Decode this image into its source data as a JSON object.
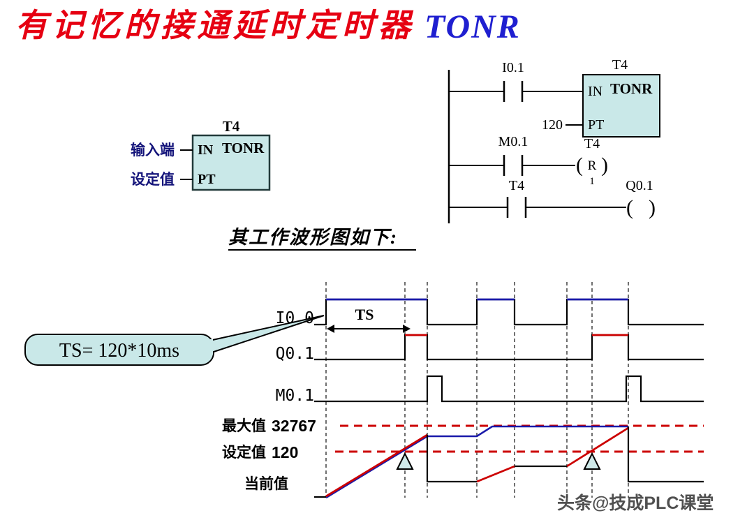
{
  "title": {
    "main": "有记忆的接通延时定时器",
    "accent": "TONR"
  },
  "left_block": {
    "timer_name": "T4",
    "in_label": "IN",
    "type_label": "TONR",
    "pt_label": "PT",
    "input_terminal": "输入端",
    "preset_terminal": "设定值"
  },
  "ladder": {
    "rung1_contact": "I0.1",
    "timer_name": "T4",
    "in_label": "IN",
    "type_label": "TONR",
    "pt_label": "PT",
    "pt_value": "120",
    "rung2_contact": "M0.1",
    "reset_operand": "T4",
    "reset_letter": "R",
    "reset_count": "1",
    "rung3_contact": "T4",
    "coil_name": "Q0.1",
    "paren_open": "(",
    "paren_close": ")"
  },
  "subtitle": "其工作波形图如下:",
  "waveform": {
    "signal_i": "I0.0",
    "signal_q": "Q0.1",
    "signal_m": "M0.1",
    "ts_label": "TS",
    "max_label": "最大值",
    "max_value": "32767",
    "preset_label": "设定值",
    "preset_value": "120",
    "current_label": "当前值"
  },
  "callout_text": "TS= 120*10ms",
  "watermark": "头条@技成PLC课堂",
  "colors": {
    "title_red": "#e60012",
    "title_blue": "#1f1fd0",
    "terminal_blue": "#14147a",
    "box_fill": "#c9e8e8",
    "wave_blue": "#1a1aaa",
    "wave_red": "#cc0000",
    "dashed_red": "#cc0000",
    "watermark_gray": "#3d3d3d"
  }
}
